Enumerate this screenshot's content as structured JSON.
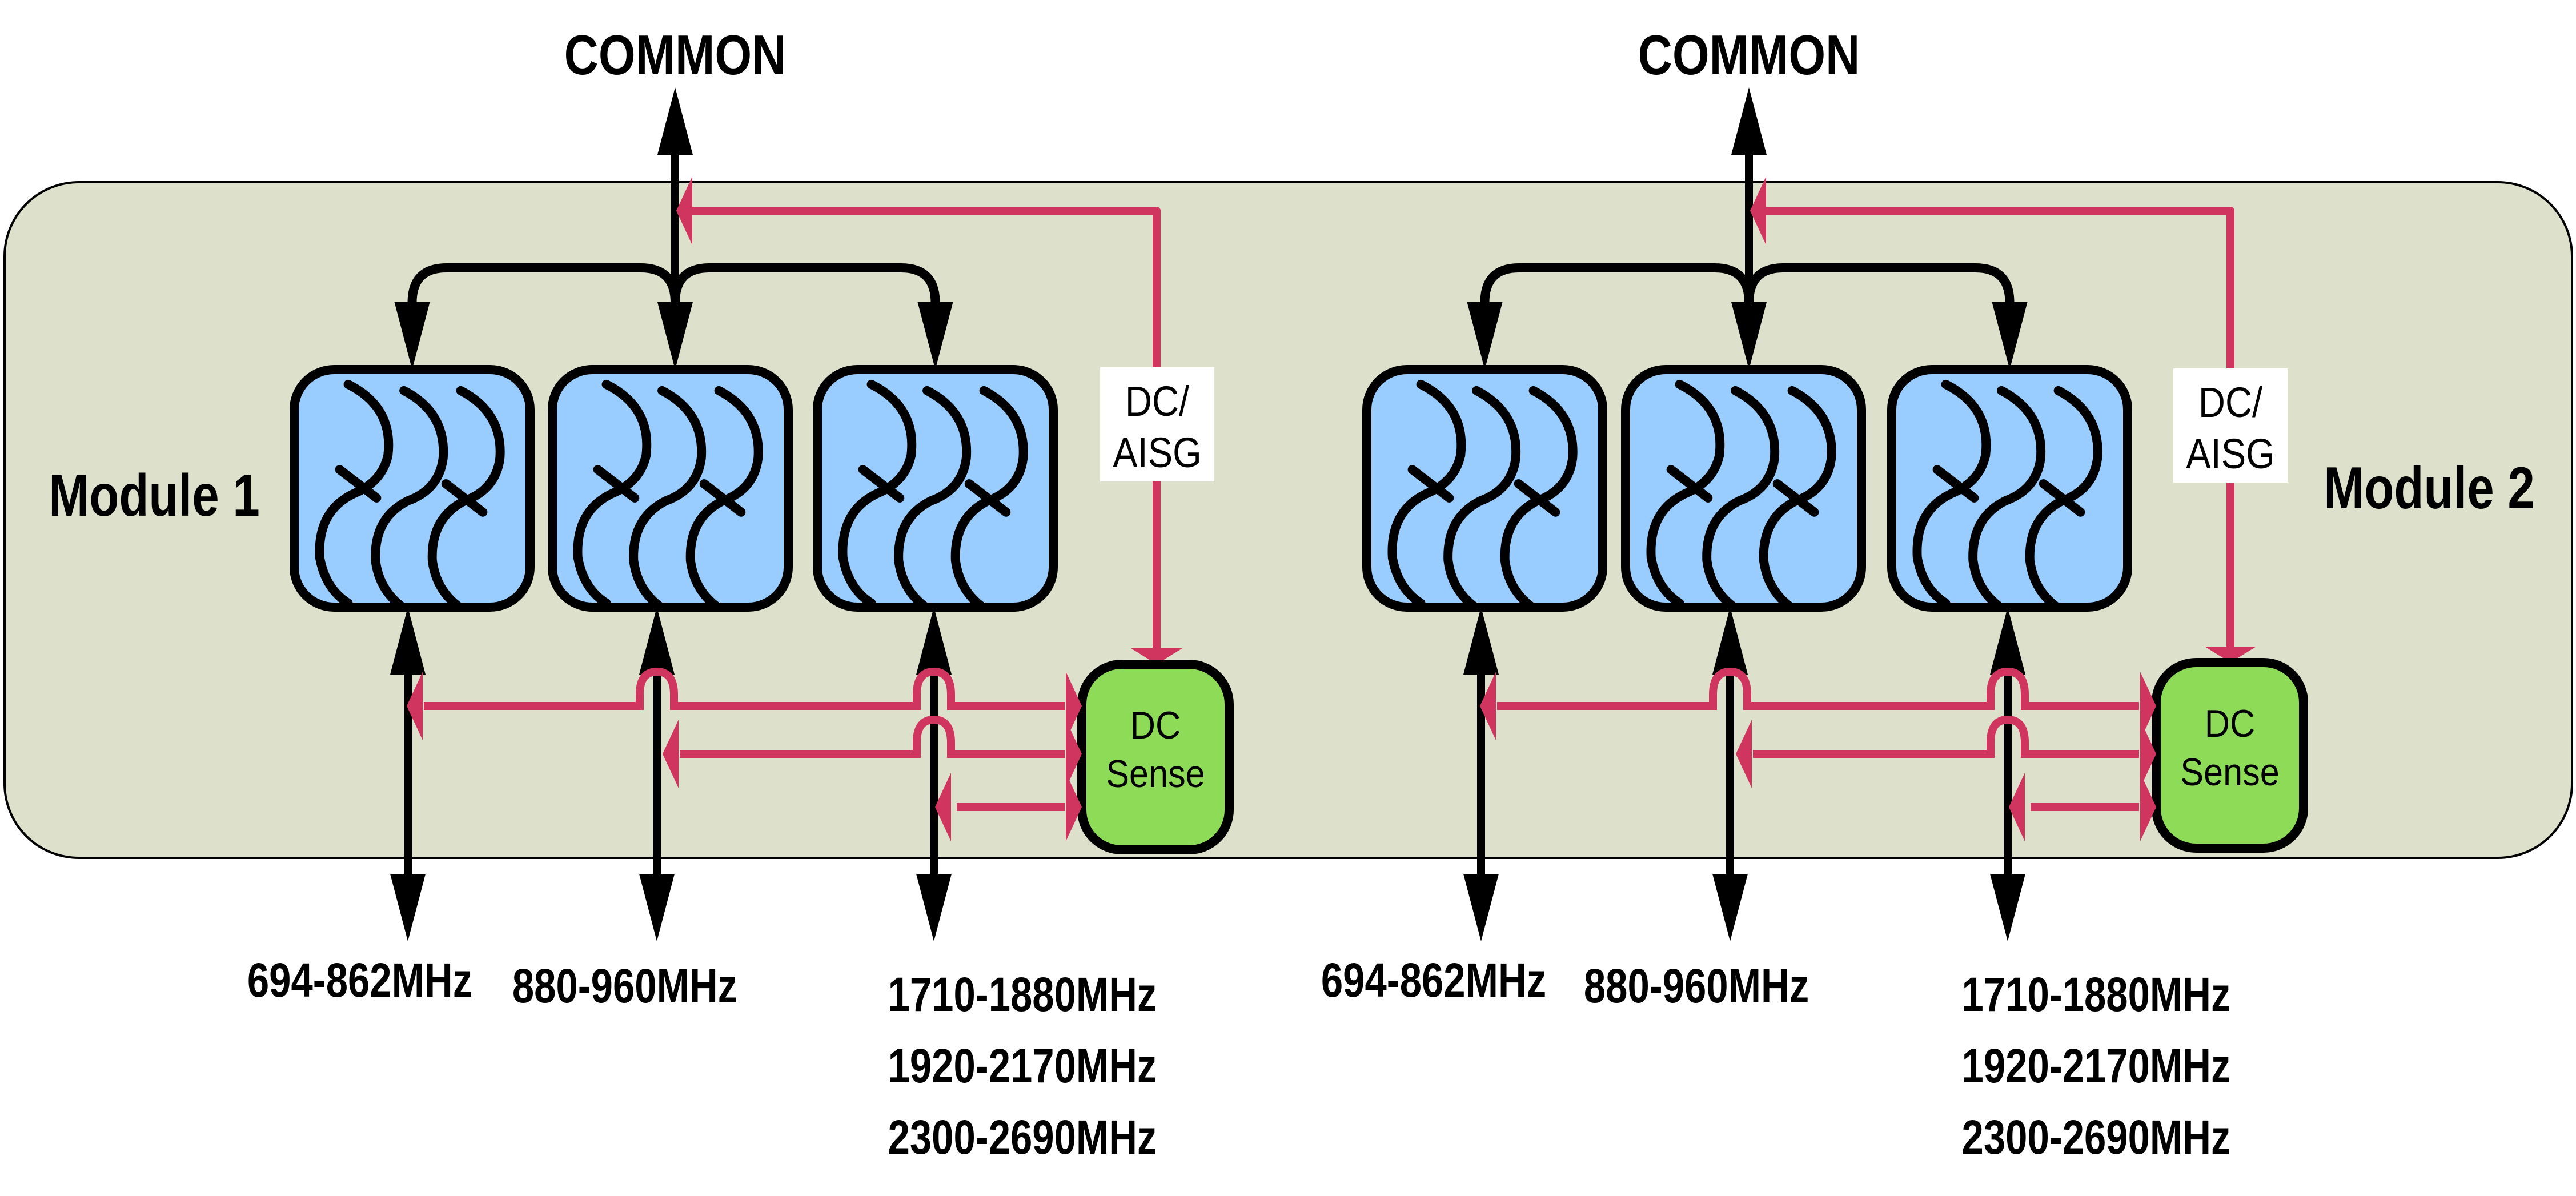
{
  "colors": {
    "panel_fill": "#DDE1CC",
    "filter_fill": "#99CCFF",
    "dc_sense_fill": "#8EDB58",
    "dc_line": "#D03560",
    "rf_line": "#000000",
    "label_box": "#FFFFFF"
  },
  "modules": [
    {
      "name": "Module 1",
      "common_label": "COMMON",
      "dc_aisg_label_line1": "DC/",
      "dc_aisg_label_line2": "AISG",
      "dc_sense_line1": "DC",
      "dc_sense_line2": "Sense",
      "ports": [
        {
          "bands": [
            "694-862MHz"
          ]
        },
        {
          "bands": [
            "880-960MHz"
          ]
        },
        {
          "bands": [
            "1710-1880MHz",
            "1920-2170MHz",
            "2300-2690MHz"
          ]
        }
      ]
    },
    {
      "name": "Module 2",
      "common_label": "COMMON",
      "dc_aisg_label_line1": "DC/",
      "dc_aisg_label_line2": "AISG",
      "dc_sense_line1": "DC",
      "dc_sense_line2": "Sense",
      "ports": [
        {
          "bands": [
            "694-862MHz"
          ]
        },
        {
          "bands": [
            "880-960MHz"
          ]
        },
        {
          "bands": [
            "1710-1880MHz",
            "1920-2170MHz",
            "2300-2690MHz"
          ]
        }
      ]
    }
  ],
  "icons": {
    "filter": "bandpass-filter-icon"
  }
}
